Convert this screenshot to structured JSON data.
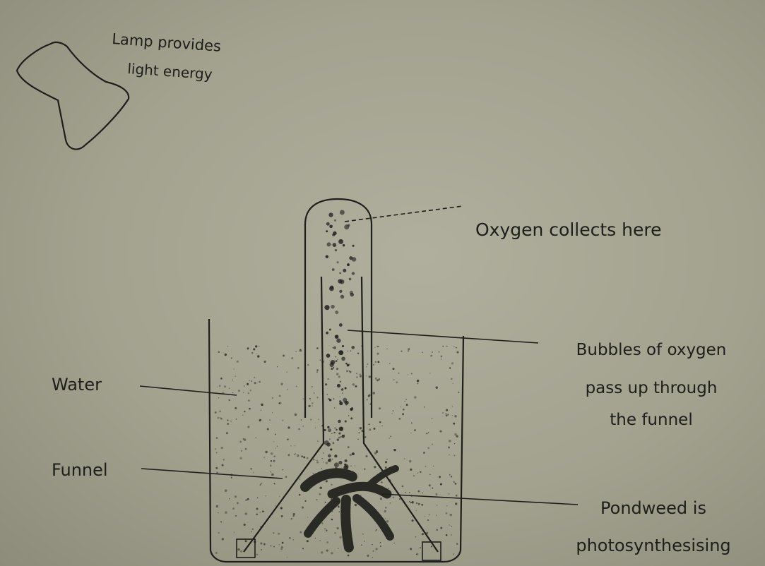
{
  "labels": {
    "lamp_line1": "Lamp provides",
    "lamp_line2": "light energy",
    "oxygen_collects": "Oxygen collects here",
    "bubbles_line1": "Bubbles of oxygen",
    "bubbles_line2": "pass up through",
    "bubbles_line3": "the funnel",
    "water": "Water",
    "funnel": "Funnel",
    "pondweed_line1": "Pondweed is",
    "pondweed_line2": "photosynthesising"
  },
  "colors": {
    "paper": "#a3a28f",
    "ink": "#1e1e1a"
  }
}
